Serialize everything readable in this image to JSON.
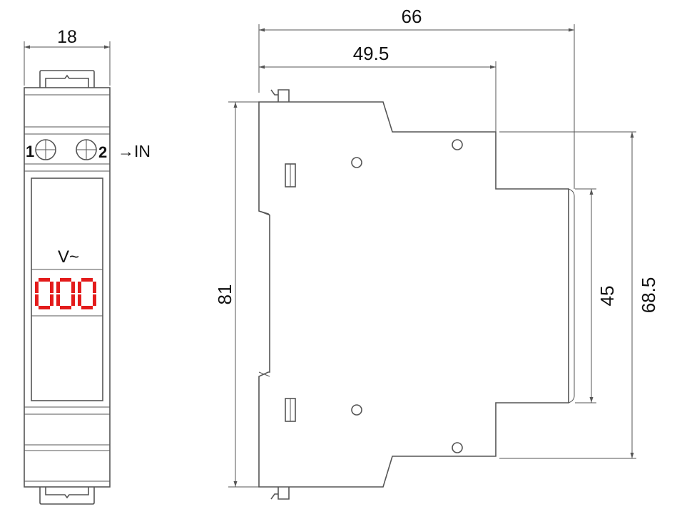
{
  "front_view": {
    "width_dim": "18",
    "terminal_left": "1",
    "terminal_right": "2",
    "input_label": "→IN",
    "unit_label": "V~",
    "display_value": "000",
    "display_color": "#e31b1b"
  },
  "side_view": {
    "overall_depth_dim": "66",
    "front_depth_dim": "49.5",
    "height_dim": "81",
    "rail_dim": "45",
    "front_height_dim": "68.5"
  }
}
